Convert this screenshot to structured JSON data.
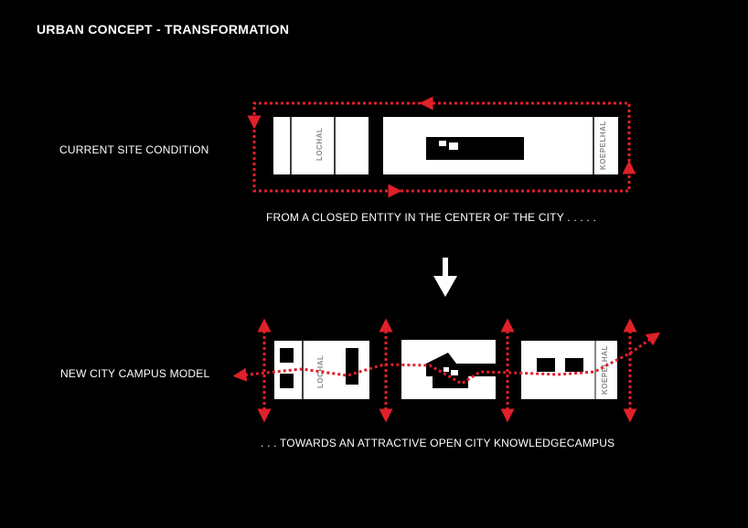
{
  "title": "URBAN CONCEPT - TRANSFORMATION",
  "current": {
    "label": "CURRENT SITE CONDITION",
    "caption": "FROM A CLOSED ENTITY IN THE CENTER OF THE CITY . . . . .",
    "building_left": "LOCHAL",
    "building_right": "KOEPELHAL"
  },
  "model": {
    "label": "NEW CITY CAMPUS MODEL",
    "caption": ". . .  TOWARDS AN ATTRACTIVE OPEN CITY KNOWLEDGECAMPUS",
    "building_left": "LOCHAL",
    "building_right": "KOEPELHAL"
  },
  "colors": {
    "background": "#000000",
    "building": "#ffffff",
    "route": "#e0202a",
    "building_label": "#8a8a8a"
  }
}
